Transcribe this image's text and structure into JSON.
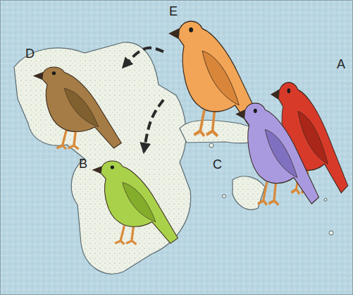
{
  "diagram": {
    "nodes": [
      {
        "text": [
          "E"
        ]
      },
      {
        "text": [
          "D"
        ]
      },
      {
        "text": [
          "A"
        ]
      },
      {
        "text": [
          "C"
        ]
      },
      {
        "text": [
          "B"
        ]
      }
    ],
    "edges": [
      {
        "from": 0,
        "to": 1,
        "arrow": "to"
      },
      {
        "from": 0,
        "to": 4,
        "arrow": "to"
      }
    ]
  }
}
